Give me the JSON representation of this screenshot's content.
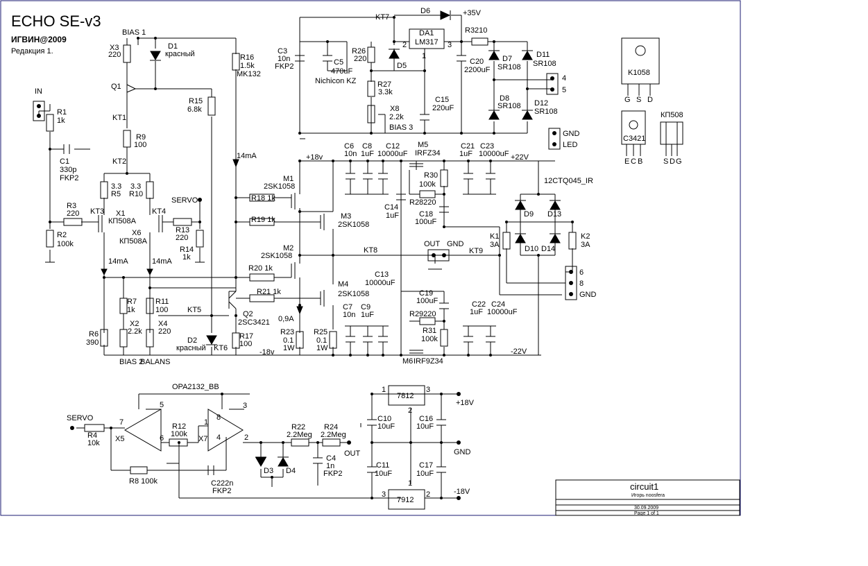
{
  "header": {
    "title": "ECHO SE-v3",
    "author": "ИГВИН@2009",
    "revision": "Редакция 1."
  },
  "title_block": {
    "name": "circuit1",
    "company": "Игорь noosfera",
    "date": "30.09.2009",
    "page": "Page 1 of 1"
  },
  "labels": [
    "IN",
    "R1",
    "1k",
    "R2",
    "100k",
    "C1",
    "330p",
    "FKP2",
    "R3",
    "220",
    "KT3",
    "X3",
    "220",
    "BIAS 1",
    "D1",
    "красный",
    "Q1",
    "KT1",
    "R9",
    "100",
    "KT2",
    "3.3",
    "R5",
    "3.3",
    "R10",
    "X1",
    "КП508А",
    "X6",
    "КП508А",
    "KT4",
    "R13",
    "220",
    "R14",
    "1k",
    "SERVO",
    "14mA",
    "14mA",
    "R15",
    "6.8k",
    "R16",
    "1.5k",
    "MK132",
    "14mA",
    "R7",
    "1k",
    "R11",
    "100",
    "KT5",
    "X2",
    "2.2k",
    "X4",
    "220",
    "R6",
    "390",
    "BIAS 2",
    "BALANS",
    "D2",
    "красный",
    "KT6",
    "Q2",
    "2SC3421",
    "R17",
    "100",
    "-18v",
    "+18v",
    "M1",
    "2SK1058",
    "R18 1k",
    "M3",
    "2SK1058",
    "R19 1k",
    "M2",
    "2SK1058",
    "R20 1k",
    "M4",
    "2SK1058",
    "R21 1k",
    "0,9A",
    "R23",
    "0.1",
    "1W",
    "R25",
    "0.1",
    "1W",
    "KT8",
    "C7",
    "10n",
    "C9",
    "1uF",
    "C6",
    "10n",
    "C8",
    "1uF",
    "C12",
    "10000uF",
    "M5",
    "IRFZ34",
    "R30",
    "100k",
    "R28220",
    "C14",
    "1uF",
    "C18",
    "100uF",
    "C21",
    "1uF",
    "C23",
    "10000uF",
    "+22V",
    "OUT",
    "GND",
    "KT9",
    "C13",
    "10000uF",
    "C19",
    "100uF",
    "R29220",
    "R31",
    "100k",
    "C22",
    "1uF",
    "C24",
    "10000uF",
    "-22V",
    "M6",
    "IRF9Z34",
    "12CTQ045_IR",
    "D9",
    "D13",
    "D10",
    "D14",
    "K1",
    "3A",
    "K2",
    "3A",
    "6",
    "8",
    "GND",
    "GND",
    "LED",
    "KT7",
    "D6",
    "+35V",
    "DA1",
    "LM317",
    "2",
    "3",
    "1",
    "R3210",
    "C3",
    "10n",
    "FKP2",
    "C5",
    "470uF",
    "Nichicon KZ",
    "R26",
    "220",
    "D5",
    "R27",
    "3.3k",
    "X8",
    "2.2k",
    "BIAS 3",
    "C15",
    "220uF",
    "C20",
    "2200uF",
    "D7",
    "SR108",
    "D11",
    "SR108",
    "D8",
    "SR108",
    "D12",
    "SR108",
    "4",
    "5",
    "K1058",
    "G",
    "S",
    "D",
    "C3421",
    "E",
    "C",
    "B",
    "КП508",
    "S",
    "D",
    "G",
    "OPA2132_BB",
    "SERVO",
    "R4",
    "10k",
    "X5",
    "7",
    "5",
    "6",
    "8",
    "4",
    "R12",
    "100k",
    "X7",
    "1",
    "3",
    "2",
    "R8 100k",
    "C222n",
    "FKP2",
    "R22",
    "2.2Meg",
    "R24",
    "2.2Meg",
    "OUT",
    "C4",
    "1n",
    "FKP2",
    "D3",
    "D4",
    "7812",
    "1",
    "3",
    "2",
    "+18V",
    "C10",
    "10uF",
    "C16",
    "10uF",
    "GND",
    "C11",
    "10uF",
    "C17",
    "10uF",
    "7912",
    "3",
    "2",
    "1",
    "-18V"
  ]
}
